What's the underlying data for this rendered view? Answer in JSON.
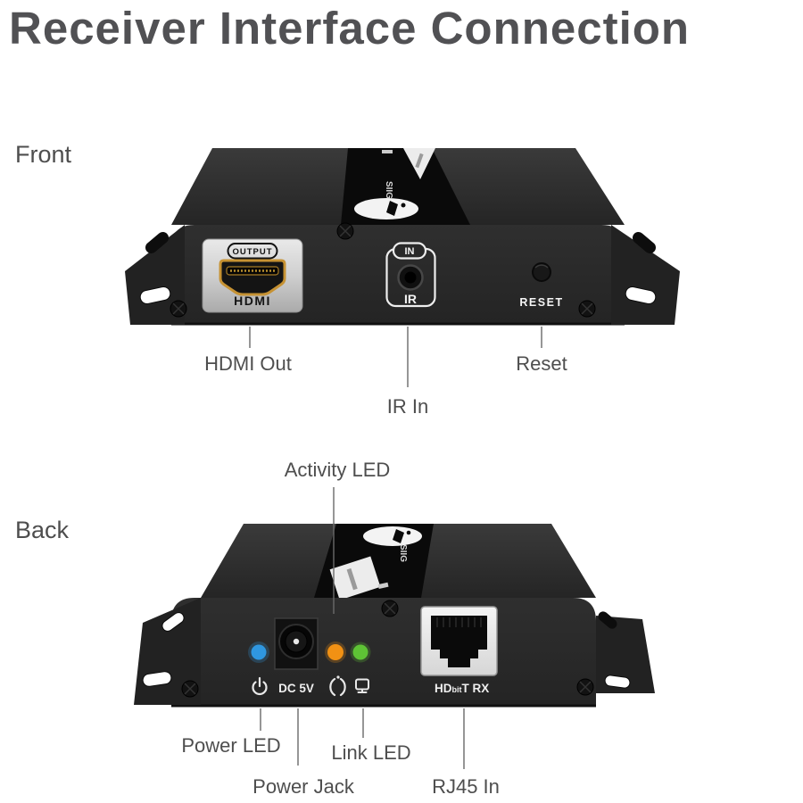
{
  "title": "Receiver Interface Connection",
  "front_section": {
    "label": "Front",
    "device": {
      "brand": "SIIG",
      "hdmi_plate": {
        "output": "OUTPUT",
        "hdmi": "HDMI"
      },
      "ir_module": {
        "in": "IN",
        "ir": "IR"
      },
      "reset": {
        "label": "RESET"
      }
    },
    "callouts": {
      "hdmi_out": "HDMI Out",
      "ir_in": "IR In",
      "reset": "Reset"
    }
  },
  "back_section": {
    "label": "Back",
    "device": {
      "brand": "SIIG",
      "power_jack_label": "DC 5V",
      "rj45_label": {
        "hd": "HD",
        "bit": "bit",
        "t_rx": "T RX"
      },
      "leds": {
        "power_color": "#2f97e0",
        "activity_color": "#f19114",
        "link_color": "#5ec335"
      }
    },
    "callouts": {
      "activity_led": "Activity LED",
      "power_led": "Power LED",
      "power_jack": "Power Jack",
      "link_led": "Link LED",
      "rj45_in": "RJ45 In"
    }
  }
}
